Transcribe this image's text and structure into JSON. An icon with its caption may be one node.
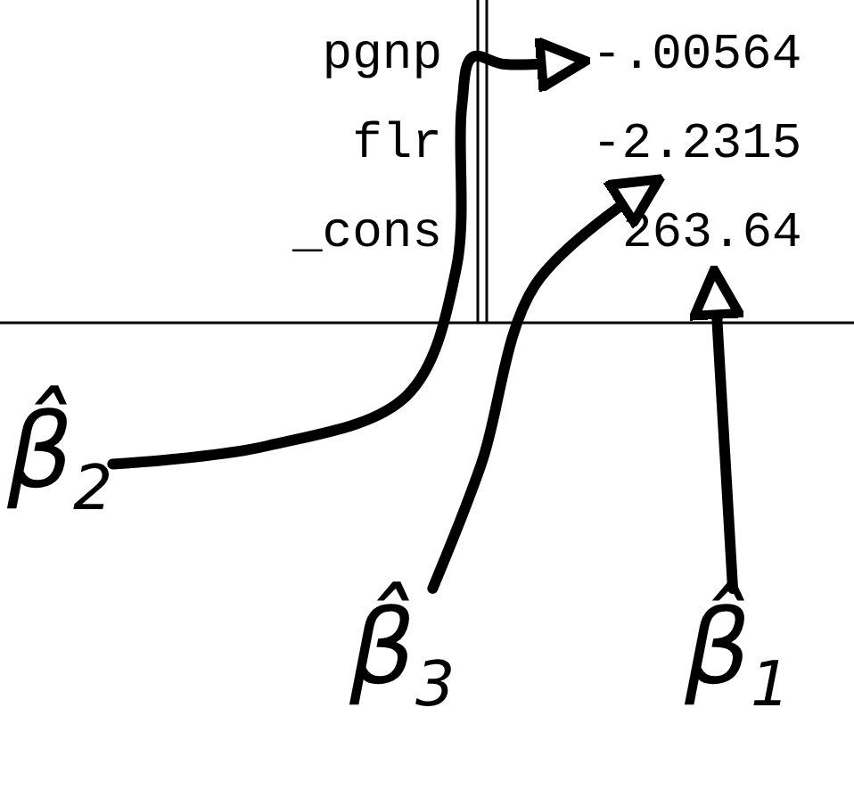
{
  "diagram": {
    "nodes": [
      {
        "text": [
          "-.00564"
        ]
      },
      {
        "text": [
          "-2.2315"
        ]
      },
      {
        "text": [
          "263.64"
        ]
      },
      {
        "text": [
          "β̂$_{2}$"
        ]
      },
      {
        "text": [
          "β̂$_{3}$"
        ]
      },
      {
        "text": [
          "β̂$_{1}$"
        ]
      }
    ],
    "edges": [
      {
        "from": 3,
        "to": 0,
        "arrow": "to"
      },
      {
        "from": 4,
        "to": 1,
        "arrow": "to"
      },
      {
        "from": 5,
        "to": 2,
        "arrow": "to"
      }
    ],
    "labels": [
      "pgnp",
      "flr",
      "_cons"
    ]
  }
}
